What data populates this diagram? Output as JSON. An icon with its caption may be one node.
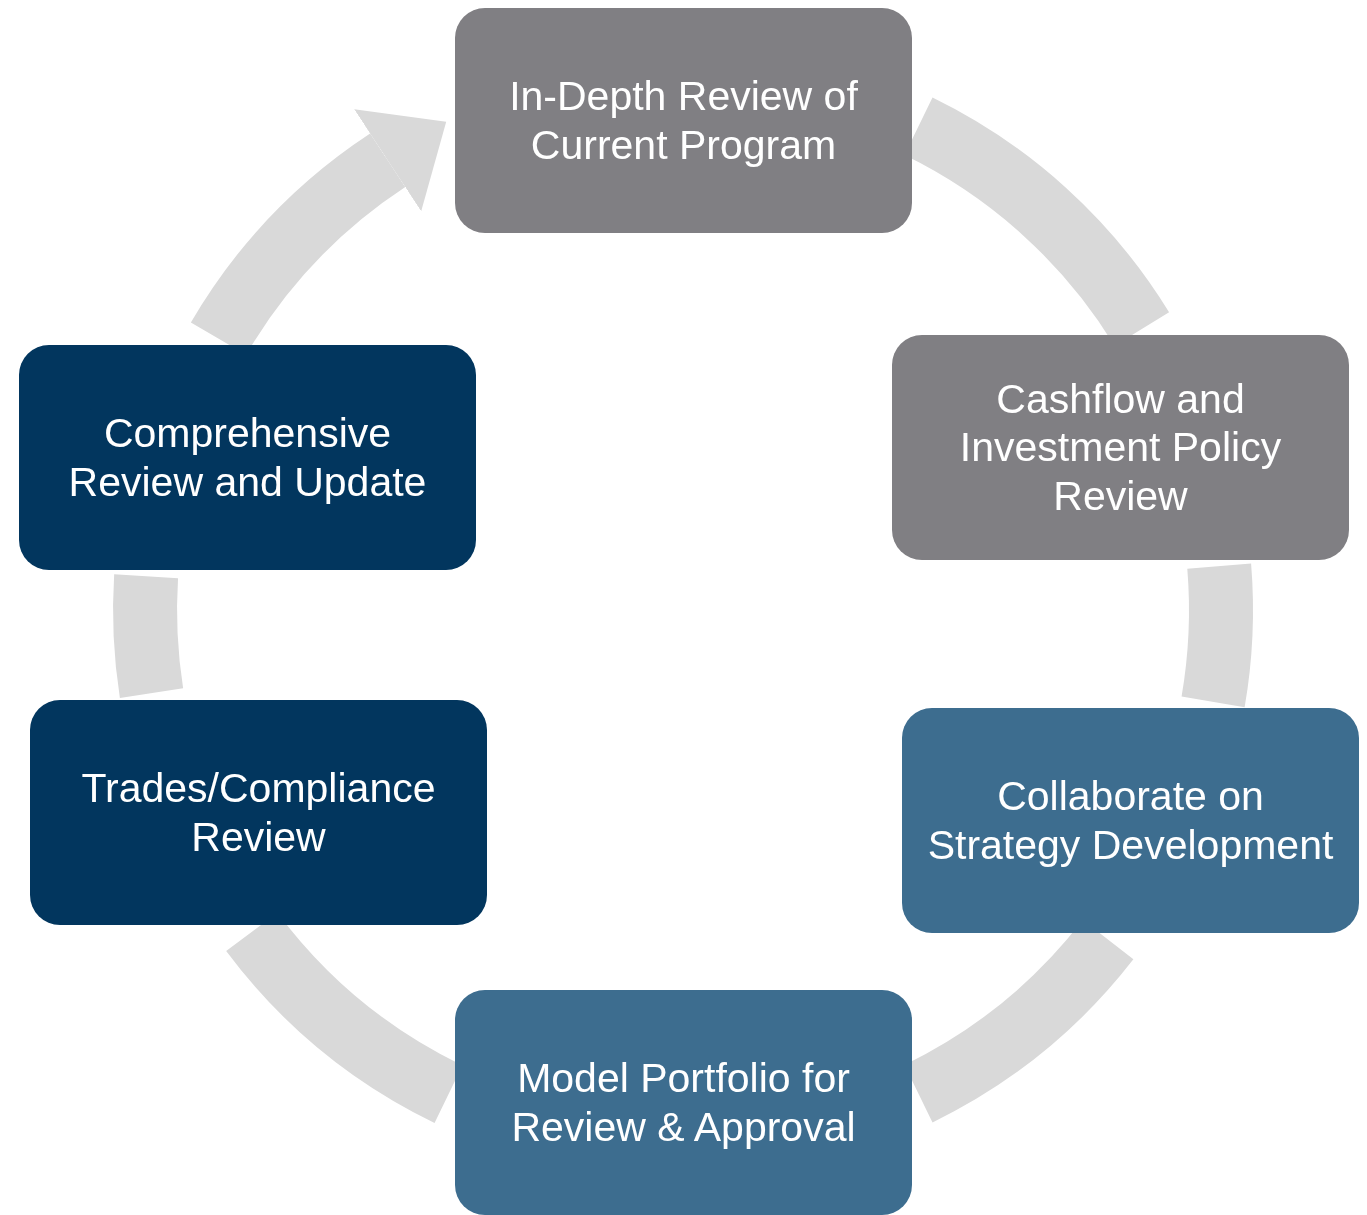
{
  "diagram": {
    "nodes": [
      {
        "text": [
          "In-Depth Review of Current Program"
        ]
      },
      {
        "text": [
          "Cashflow and Investment Policy Review"
        ]
      },
      {
        "text": [
          "Collaborate on Strategy Development"
        ]
      },
      {
        "text": [
          "Model Portfolio for Review & Approval"
        ]
      },
      {
        "text": [
          "Trades/Compliance Review"
        ]
      },
      {
        "text": [
          "Comprehensive Review and Update"
        ]
      }
    ],
    "edges": [
      {
        "from": 0,
        "to": 1,
        "arrow": "none"
      },
      {
        "from": 1,
        "to": 2,
        "arrow": "none"
      },
      {
        "from": 2,
        "to": 3,
        "arrow": "none"
      },
      {
        "from": 3,
        "to": 4,
        "arrow": "none"
      },
      {
        "from": 4,
        "to": 5,
        "arrow": "none"
      },
      {
        "from": 5,
        "to": 0,
        "arrow": "to"
      }
    ]
  }
}
